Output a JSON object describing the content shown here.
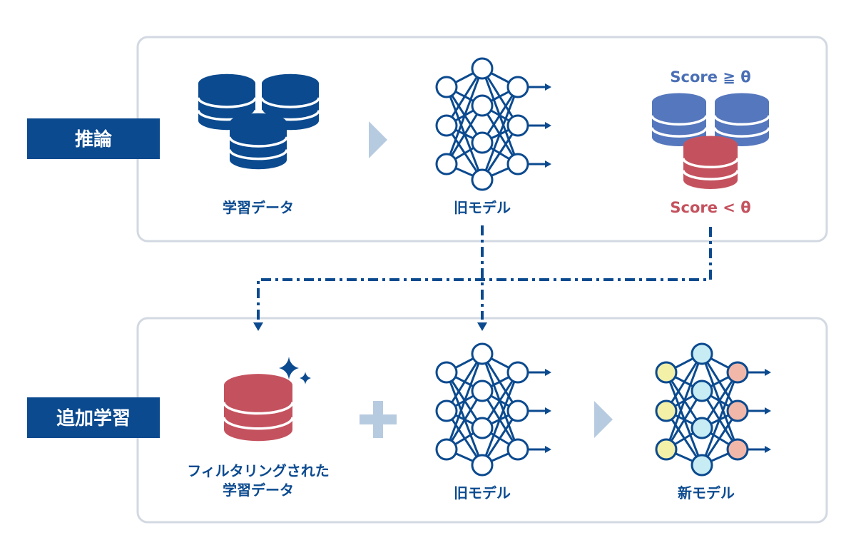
{
  "sections": {
    "inference": {
      "label": "推論"
    },
    "retraining": {
      "label": "追加学習"
    }
  },
  "inference_panel": {
    "training_data_label": "学習データ",
    "old_model_label": "旧モデル",
    "score_high_label": "Score ≧ θ",
    "score_low_label": "Score < θ"
  },
  "retraining_panel": {
    "filtered_data_label_line1": "フィルタリングされた",
    "filtered_data_label_line2": "学習データ",
    "old_model_label": "旧モデル",
    "new_model_label": "新モデル"
  },
  "colors": {
    "navy": "#0b4a8f",
    "label_bg": "#0b4a8f",
    "panel_border": "#d3d9e2",
    "arrow_light": "#b7cbe0",
    "score_high": "#4a6fb5",
    "score_low": "#c4525e",
    "db_high": "#5577bd",
    "db_low": "#c4525e",
    "node_yellow": "#f3f0a8",
    "node_cyan": "#c7ecf3",
    "node_pink": "#f1b7a8"
  },
  "icons": [
    "database-icon",
    "neural-network-icon",
    "chevron-right-icon",
    "plus-icon",
    "sparkle-icon",
    "arrow-down-icon"
  ]
}
